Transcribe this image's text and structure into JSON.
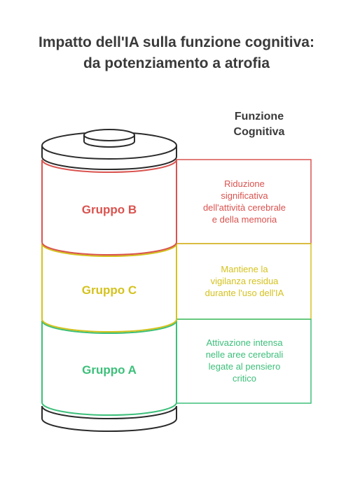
{
  "title": {
    "line1": "Impatto dell'IA sulla funzione cognitiva:",
    "line2": "da potenziamento a atrofia"
  },
  "axis_label": {
    "line1": "Funzione",
    "line2": "Cognitiva"
  },
  "levels": [
    {
      "group": "Gruppo B",
      "color": "#d9534f",
      "description": [
        "Riduzione",
        "significativa",
        "dell'attività cerebrale",
        "e della memoria"
      ]
    },
    {
      "group": "Gruppo C",
      "color": "#d4c21e",
      "description": [
        "Mantiene la",
        "vigilanza residua",
        "durante l'uso dell'IA"
      ]
    },
    {
      "group": "Gruppo A",
      "color": "#3cbf7a",
      "description": [
        "Attivazione intensa",
        "nelle aree cerebrali",
        "legate al pensiero",
        "critico"
      ]
    }
  ]
}
